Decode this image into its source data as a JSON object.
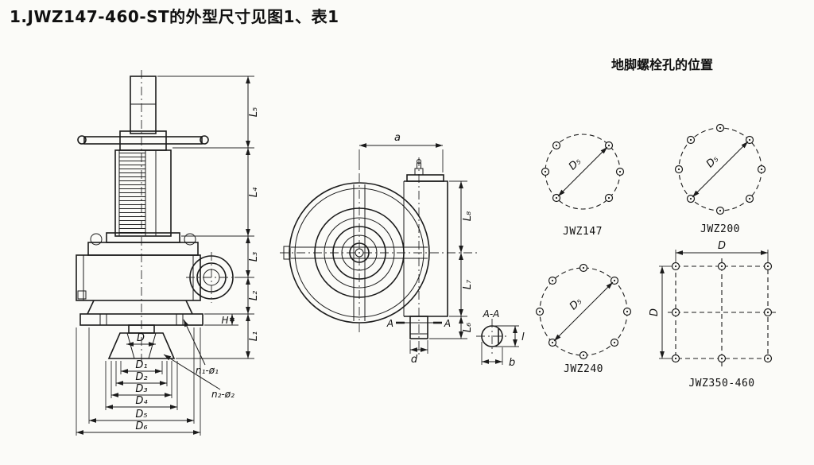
{
  "title": "1.JWZ147-460-ST的外型尺寸见图1、表1",
  "fv": {
    "L5": "L₅",
    "L4": "L₄",
    "L3": "L₃",
    "L2": "L₂",
    "L1": "L₁",
    "H": "H",
    "D": "D",
    "D1": "D₁",
    "D2": "D₂",
    "D3": "D₃",
    "D4": "D₄",
    "D5": "D₅",
    "D6": "D₆",
    "n1": "n₁-ø₁",
    "n2": "n₂-ø₂"
  },
  "sv": {
    "a": "a",
    "L8": "L₈",
    "L7": "L₇",
    "L6": "L₆",
    "d": "d",
    "A_left": "A",
    "A_right": "A",
    "AA": "A-A",
    "l": "l",
    "b": "b"
  },
  "bh": {
    "header": "地脚螺栓孔的位置",
    "p147": {
      "caption": "JWZ147",
      "dim": "D₅"
    },
    "p200": {
      "caption": "JWZ200",
      "dim": "D₅"
    },
    "p240": {
      "caption": "JWZ240",
      "dim": "D₅"
    },
    "p350": {
      "caption": "JWZ350-460",
      "dim_top": "D",
      "dim_side": "D"
    }
  },
  "colors": {
    "ink": "#1b1b1b",
    "paper": "#fbfbf8"
  }
}
